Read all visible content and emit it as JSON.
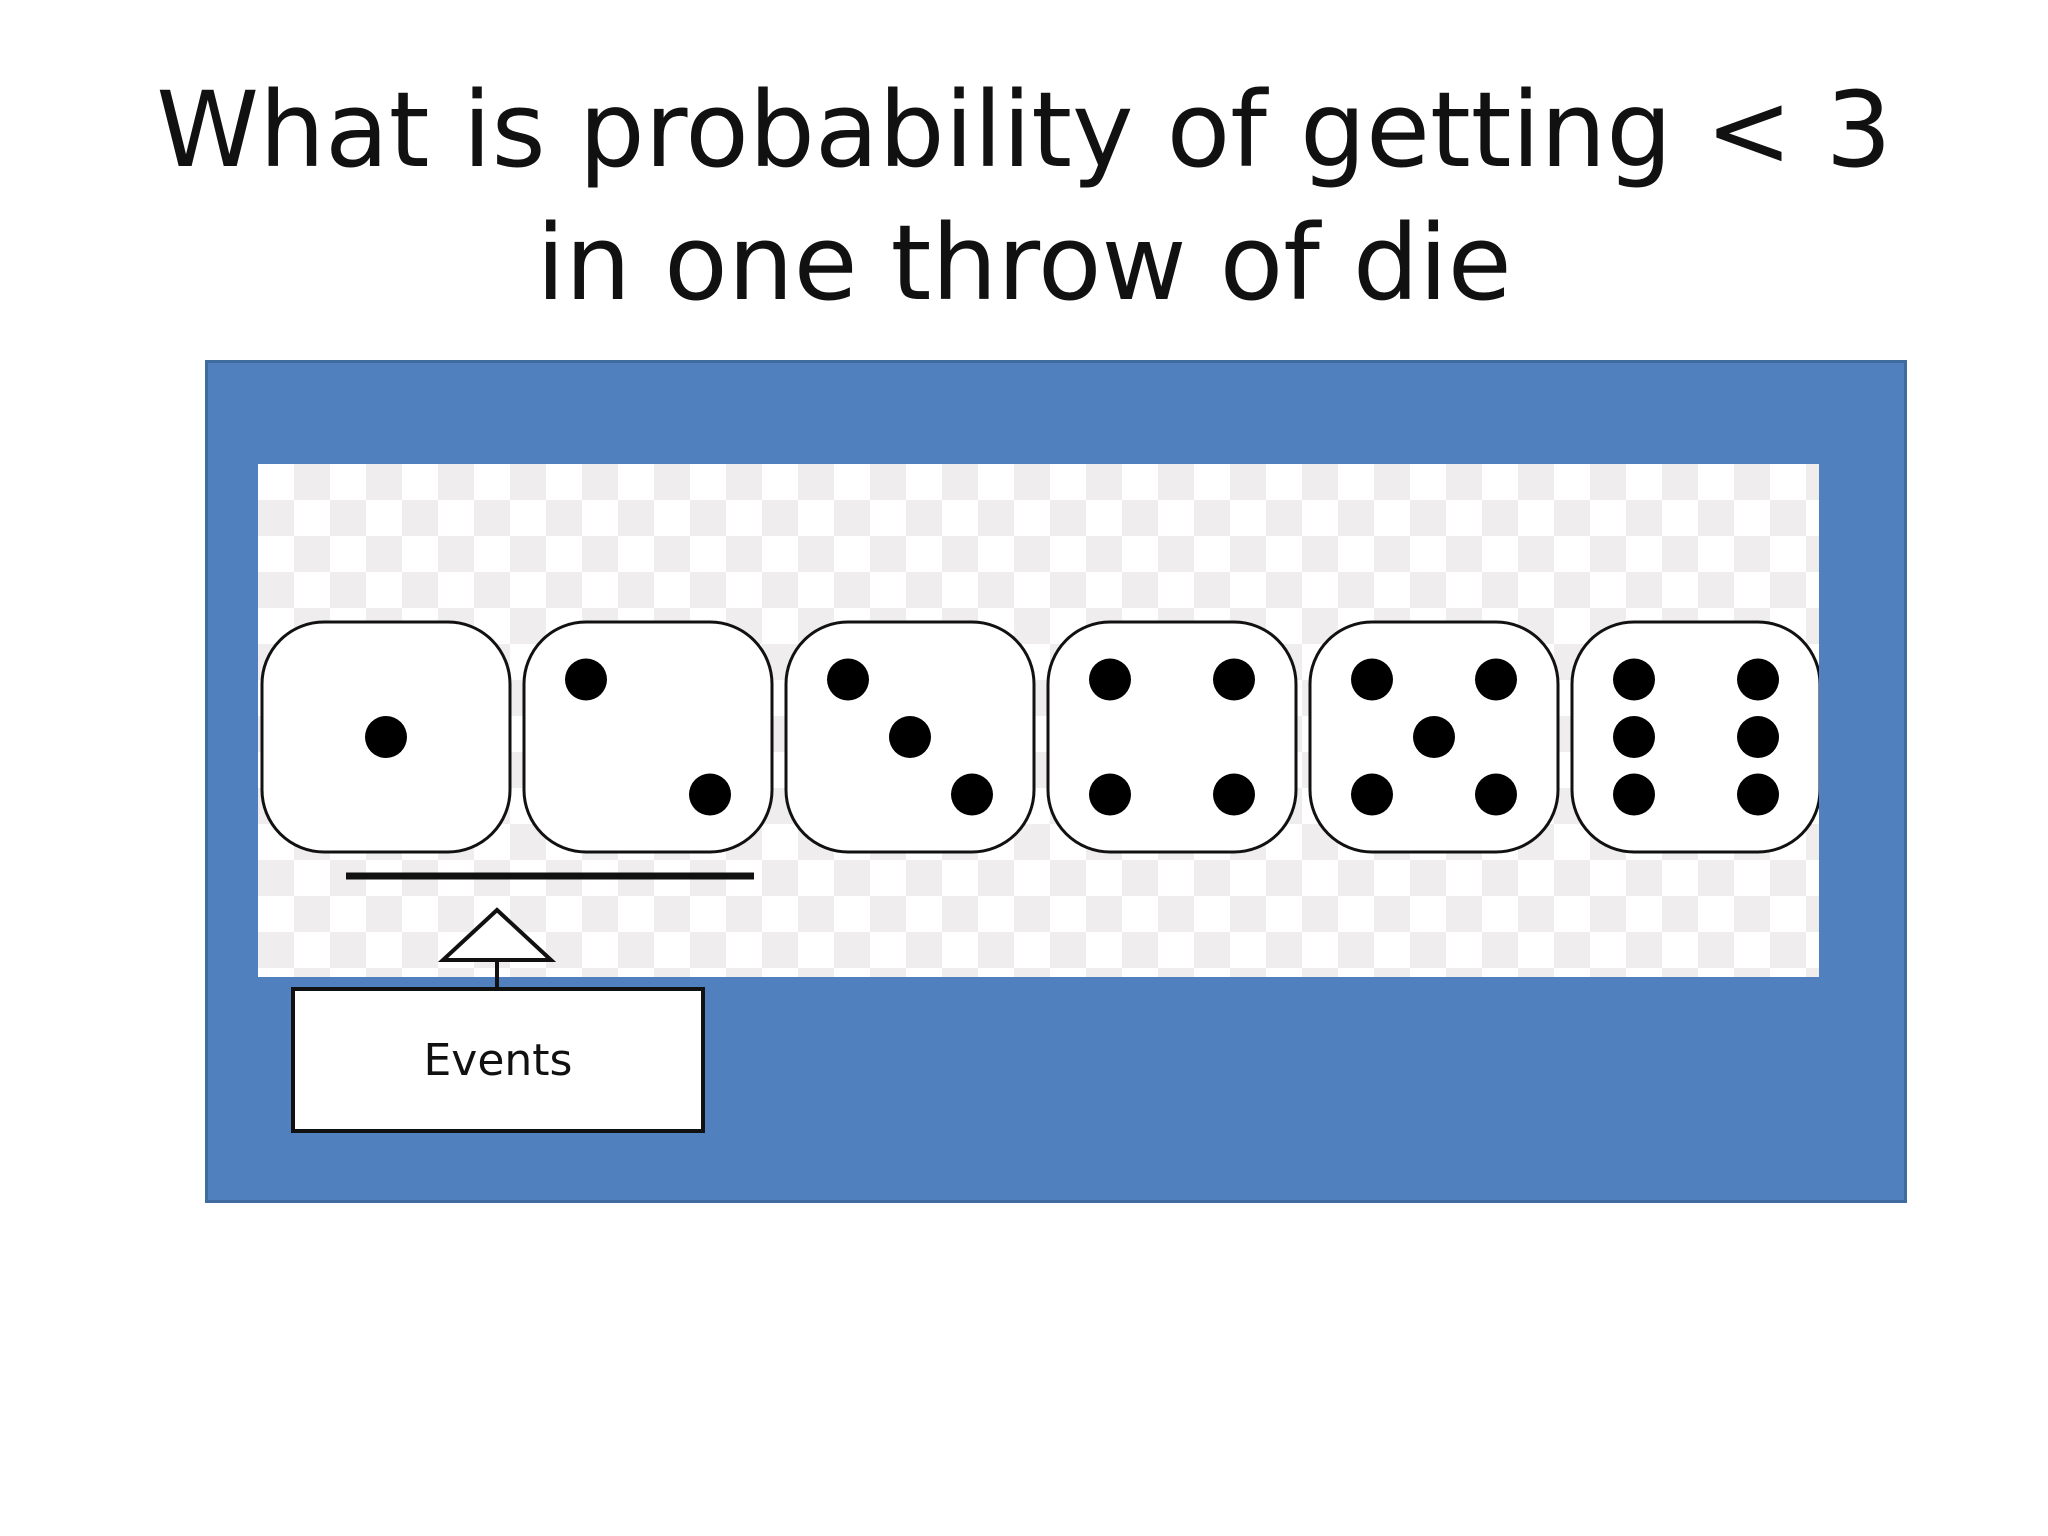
{
  "slide": {
    "title": "What is probability of getting < 3 in one throw of die",
    "background": "#ffffff"
  },
  "panel": {
    "color": "#5080bd"
  },
  "dice": {
    "faces": [
      1,
      2,
      3,
      4,
      5,
      6
    ],
    "highlighted_faces": [
      1,
      2
    ]
  },
  "callout": {
    "label": "Events"
  }
}
